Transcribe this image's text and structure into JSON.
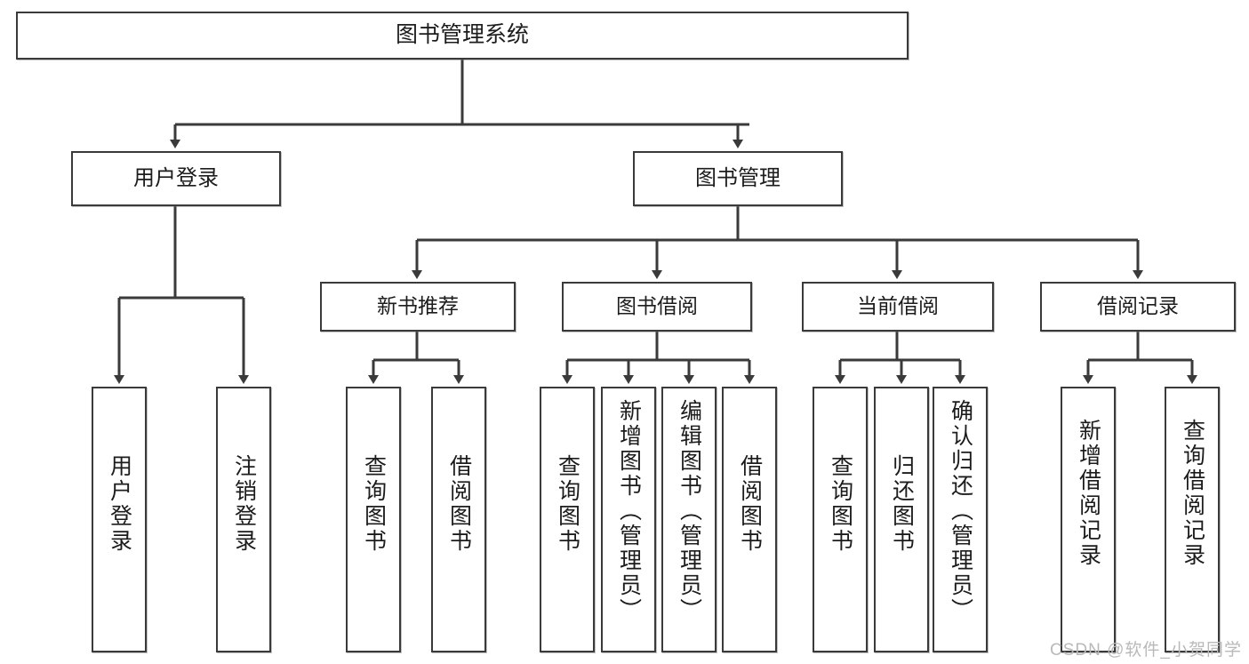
{
  "diagram": {
    "title": "图书管理系统",
    "type": "tree-hierarchy-chart",
    "watermark": "CSDN @软件_小贺同学",
    "colors": {
      "box_border": "#3a3a3a",
      "box_fill": "#ffffff",
      "connector": "#3a3a3a",
      "text": "#1c1c1c",
      "watermark": "#b9b9b9"
    },
    "root": {
      "label": "图书管理系统"
    },
    "level2": [
      {
        "label": "用户登录"
      },
      {
        "label": "图书管理"
      }
    ],
    "level3": [
      {
        "label": "新书推荐"
      },
      {
        "label": "图书借阅"
      },
      {
        "label": "当前借阅"
      },
      {
        "label": "借阅记录"
      }
    ],
    "leaves": {
      "user_login": [
        {
          "label": "用户登录"
        },
        {
          "label": "注销登录"
        }
      ],
      "new_book_recommend": [
        {
          "label": "查询图书"
        },
        {
          "label": "借阅图书"
        }
      ],
      "book_borrow": [
        {
          "label": "查询图书"
        },
        {
          "label": "新增图书（管理员）"
        },
        {
          "label": "编辑图书（管理员）"
        },
        {
          "label": "借阅图书"
        }
      ],
      "current_borrow": [
        {
          "label": "查询图书"
        },
        {
          "label": "归还图书"
        },
        {
          "label": "确认归还（管理员）"
        }
      ],
      "borrow_record": [
        {
          "label": "新增借阅记录"
        },
        {
          "label": "查询借阅记录"
        }
      ]
    }
  }
}
